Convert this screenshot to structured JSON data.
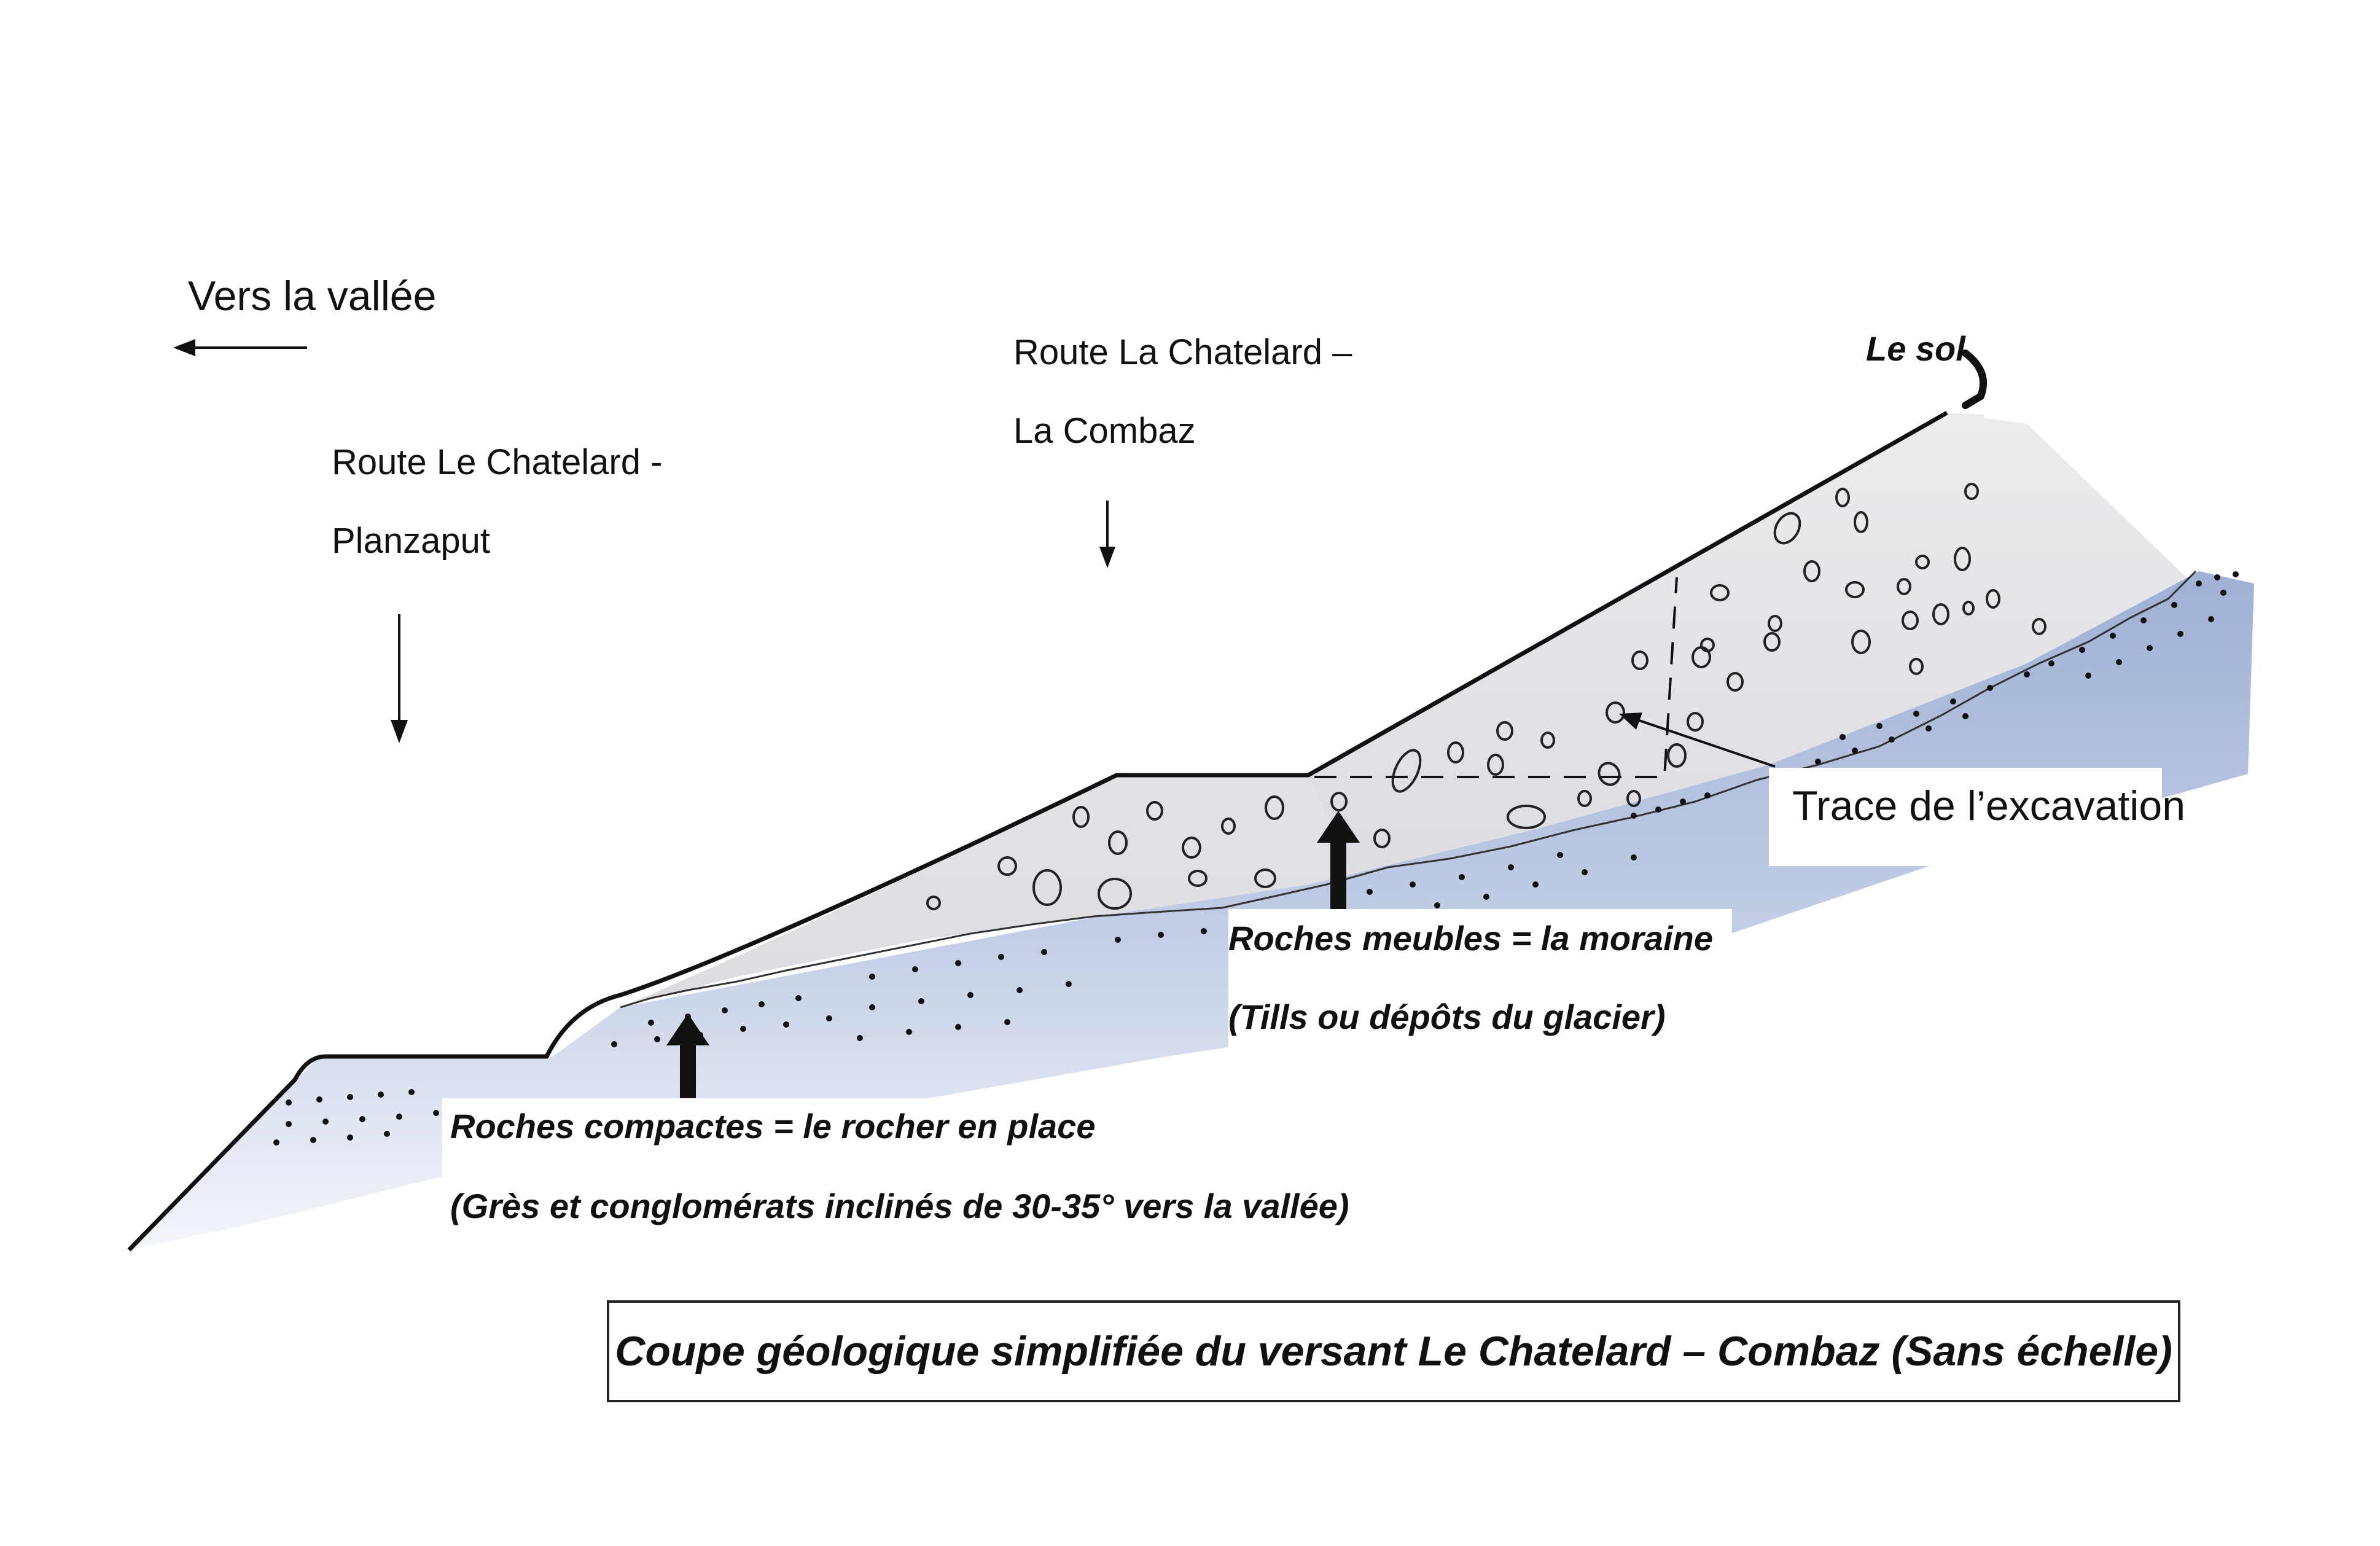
{
  "labels": {
    "valley": "Vers la vallée",
    "road_planzaput_line1": "Route Le Chatelard -",
    "road_planzaput_line2": "Planzaput",
    "road_combaz_line1": "Route La Chatelard –",
    "road_combaz_line2": "La Combaz",
    "soil": "Le sol",
    "excavation": "Trace de l’excavation",
    "moraine_line1": "Roches meubles = la moraine",
    "moraine_line2": "(Tills ou dépôts du glacier)",
    "bedrock_line1": "Roches compactes = le rocher en place",
    "bedrock_line2": "(Grès et conglomérats inclinés de 30-35° vers la vallée)"
  },
  "caption": "Coupe géologique simplifiée du versant Le Chatelard – Combaz (Sans échelle)",
  "colors": {
    "bedrock_fill": "#b9c6e0",
    "moraine_fill": "#e4e3e6",
    "ink": "#111111"
  }
}
